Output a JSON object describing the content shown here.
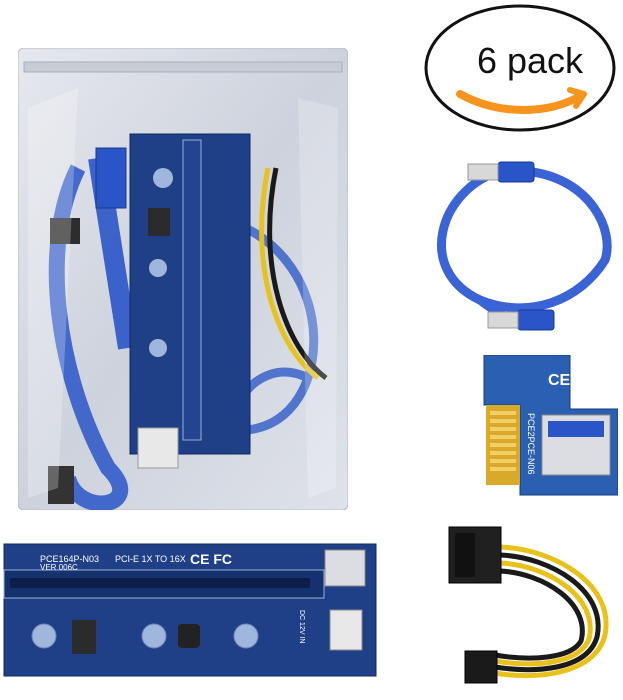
{
  "badge": {
    "text": "6 pack",
    "swoosh_color": "#f7941d"
  },
  "riser_board": {
    "model": "PCE164P-N03",
    "version": "VER 006C",
    "slot_text": "PCI-E 1X TO 16X",
    "marks": "CE FC",
    "power_label": "DC 12V IN"
  },
  "adapter": {
    "model": "PCE2PCE-N06",
    "marks": "CE"
  },
  "colors": {
    "pcb_blue": "#1f3f86",
    "usb_blue": "#2a55c8",
    "wire_yellow": "#e8c21a",
    "wire_black": "#1a1a1a"
  }
}
